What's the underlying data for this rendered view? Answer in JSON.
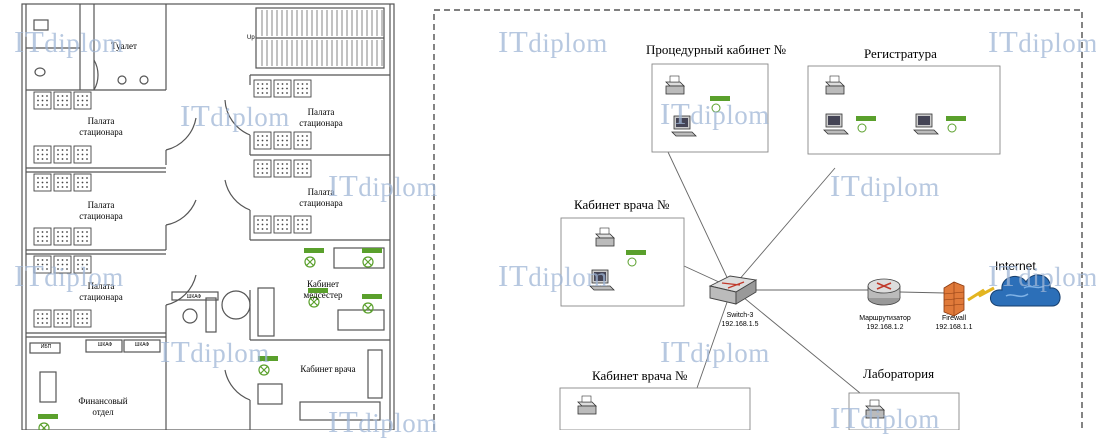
{
  "floor_plan": {
    "rooms": {
      "toilet": "Туалет",
      "ward1": "Палата стационара",
      "ward2": "Палата стационара",
      "ward3": "Палата стационара",
      "ward4": "Палата стационара",
      "ward5": "Палата стационара",
      "nurses": "Кабинет медсестер",
      "doctor": "Кабинет врача",
      "finance": "Финансовый отдел"
    },
    "stairs_up": "Up",
    "cabinets": [
      "ШКАФ",
      "ШКАФ",
      "ШКАФ"
    ],
    "small_label": "ИБП"
  },
  "network": {
    "zones": {
      "procedural": "Процедурный кабинет №",
      "registry": "Регистратура",
      "doctor1": "Кабинет врача №",
      "doctor2": "Кабинет врача №",
      "lab": "Лаборатория"
    },
    "switch": {
      "name": "Switch-3",
      "ip": "192.168.1.5"
    },
    "router": {
      "name": "Маршрутизатор",
      "ip": "192.168.1.2"
    },
    "firewall": {
      "name": "Firewall",
      "ip": "192.168.1.1"
    },
    "internet": "Internet"
  },
  "watermark": {
    "prefix": "IT",
    "suffix": "diplom"
  },
  "colors": {
    "line": "#333333",
    "plan_line": "#555555",
    "cloud": "#2c6fb8",
    "firewall": "#d9662c",
    "badge": "#5aa02c",
    "router": "#c0392b",
    "watermark": "#9fb6d6"
  }
}
